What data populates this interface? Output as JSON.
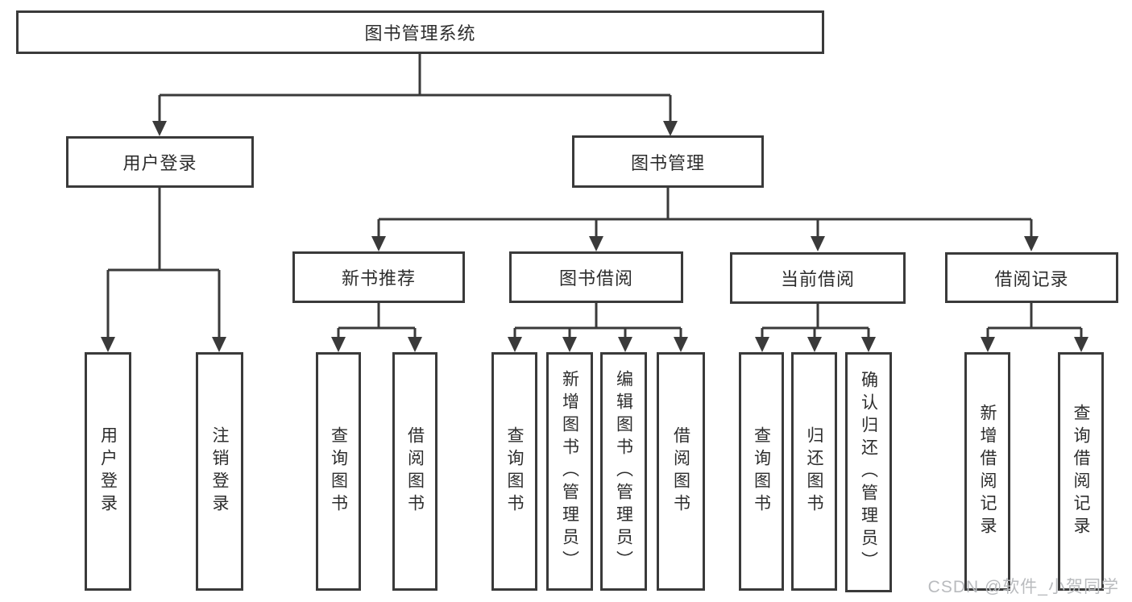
{
  "diagram": {
    "root": {
      "label": "图书管理系统"
    },
    "level2": {
      "user_login": {
        "label": "用户登录"
      },
      "book_management": {
        "label": "图书管理"
      }
    },
    "level3": {
      "new_book_recommend": {
        "label": "新书推荐"
      },
      "book_borrow": {
        "label": "图书借阅"
      },
      "current_borrow": {
        "label": "当前借阅"
      },
      "borrow_records": {
        "label": "借阅记录"
      }
    },
    "leaves": {
      "user_login_leaf": {
        "label": "用户登录"
      },
      "logout": {
        "label": "注销登录"
      },
      "query_books_recommend": {
        "label": "查询图书"
      },
      "borrow_books_recommend": {
        "label": "借阅图书"
      },
      "query_books_borrow": {
        "label": "查询图书"
      },
      "add_books_admin": {
        "label": "新增图书（管理员）"
      },
      "edit_books_admin": {
        "label": "编辑图书（管理员）"
      },
      "borrow_books_borrow": {
        "label": "借阅图书"
      },
      "query_books_current": {
        "label": "查询图书"
      },
      "return_books": {
        "label": "归还图书"
      },
      "confirm_return_admin": {
        "label": "确认归还（管理员）"
      },
      "add_borrow_record": {
        "label": "新增借阅记录"
      },
      "query_borrow_record": {
        "label": "查询借阅记录"
      }
    },
    "line_color": "#3a3a3a"
  },
  "watermark": {
    "text": "CSDN @软件_小贺同学"
  }
}
